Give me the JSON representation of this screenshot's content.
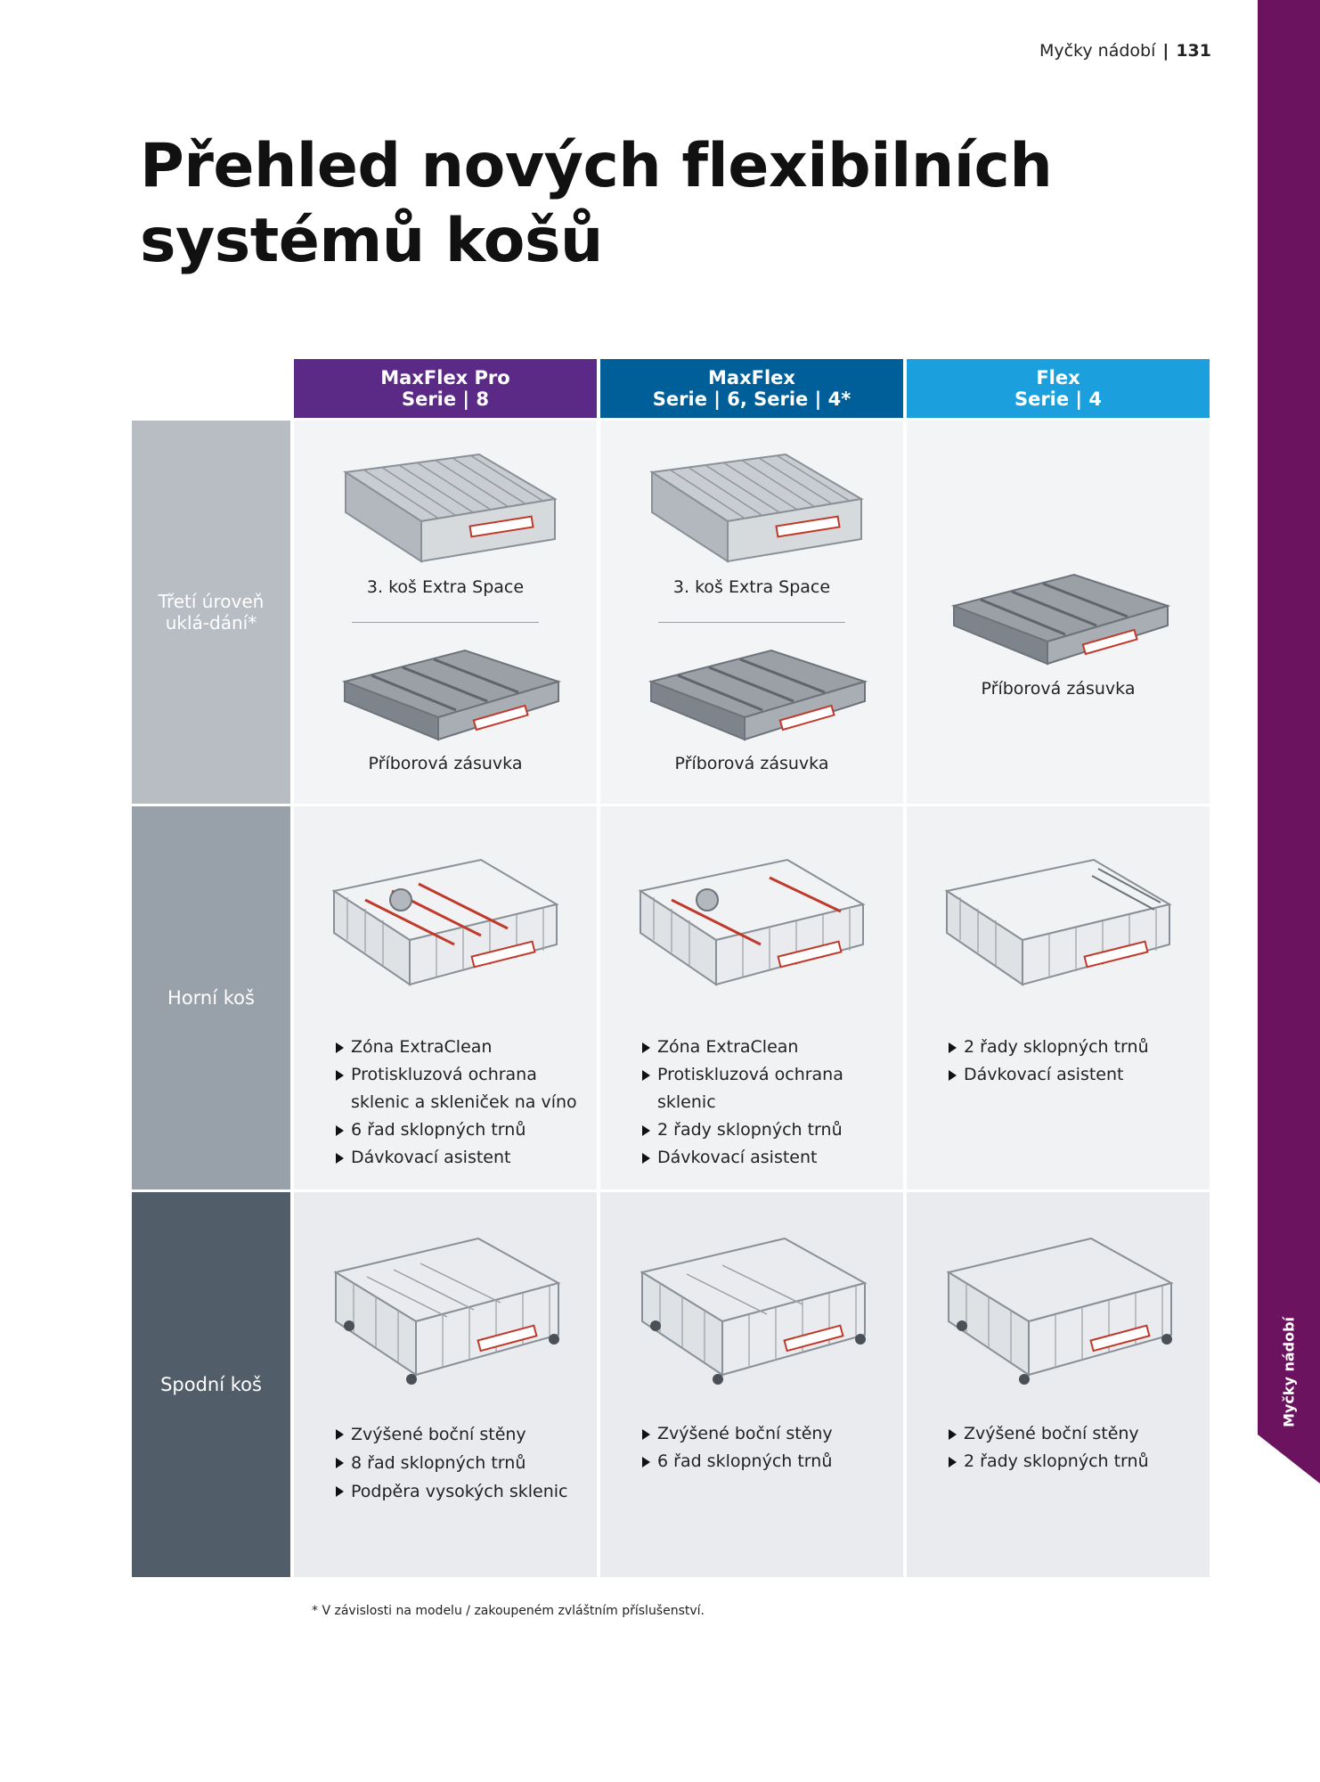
{
  "header": {
    "section": "Myčky nádobí",
    "page": "131"
  },
  "side_tab": {
    "label": "Myčky nádobí",
    "color": "#6b135f"
  },
  "title": {
    "line1": "Přehled nových flexibilních",
    "line2": "systémů košů"
  },
  "columns": [
    {
      "line1": "MaxFlex Pro",
      "line2": "Serie | 8",
      "color": "#5b2a86"
    },
    {
      "line1": "MaxFlex",
      "line2": "Serie | 6, Serie | 4*",
      "color": "#005f99"
    },
    {
      "line1": "Flex",
      "line2": "Serie | 4",
      "color": "#1ca0dd"
    }
  ],
  "rows": [
    {
      "label": "Třetí úroveň uklá-dání*",
      "color": "#b8bcc3"
    },
    {
      "label": "Horní koš",
      "color": "#98a0aa"
    },
    {
      "label": "Spodní koš",
      "color": "#515e69"
    }
  ],
  "third_level": {
    "col1": {
      "top_caption": "3. koš Extra Space",
      "bottom_caption": "Příborová zásuvka"
    },
    "col2": {
      "top_caption": "3. koš Extra Space",
      "bottom_caption": "Příborová zásuvka"
    },
    "col3": {
      "caption": "Příborová zásuvka"
    }
  },
  "upper_basket": {
    "col1": [
      "Zóna ExtraClean",
      "Protiskluzová ochrana",
      "sklenic a skleniček na víno",
      "6 řad sklopných trnů",
      "Dávkovací asistent"
    ],
    "col2": [
      "Zóna ExtraClean",
      "Protiskluzová ochrana",
      "sklenic",
      "2 řady sklopných trnů",
      "Dávkovací asistent"
    ],
    "col3": [
      "2 řady sklopných trnů",
      "Dávkovací asistent"
    ]
  },
  "lower_basket": {
    "col1": [
      "Zvýšené boční stěny",
      "8 řad sklopných trnů",
      "Podpěra vysokých sklenic"
    ],
    "col2": [
      "Zvýšené boční stěny",
      "6 řad sklopných trnů"
    ],
    "col3": [
      "Zvýšené boční stěny",
      "2 řady sklopných trnů"
    ]
  },
  "footnote": "* V závislosti na modelu / zakoupeném zvláštním příslušenství.",
  "colors": {
    "cell_light": "#f3f4f6",
    "cell_mid": "#e9ebee",
    "accent_red": "#c0392b"
  }
}
